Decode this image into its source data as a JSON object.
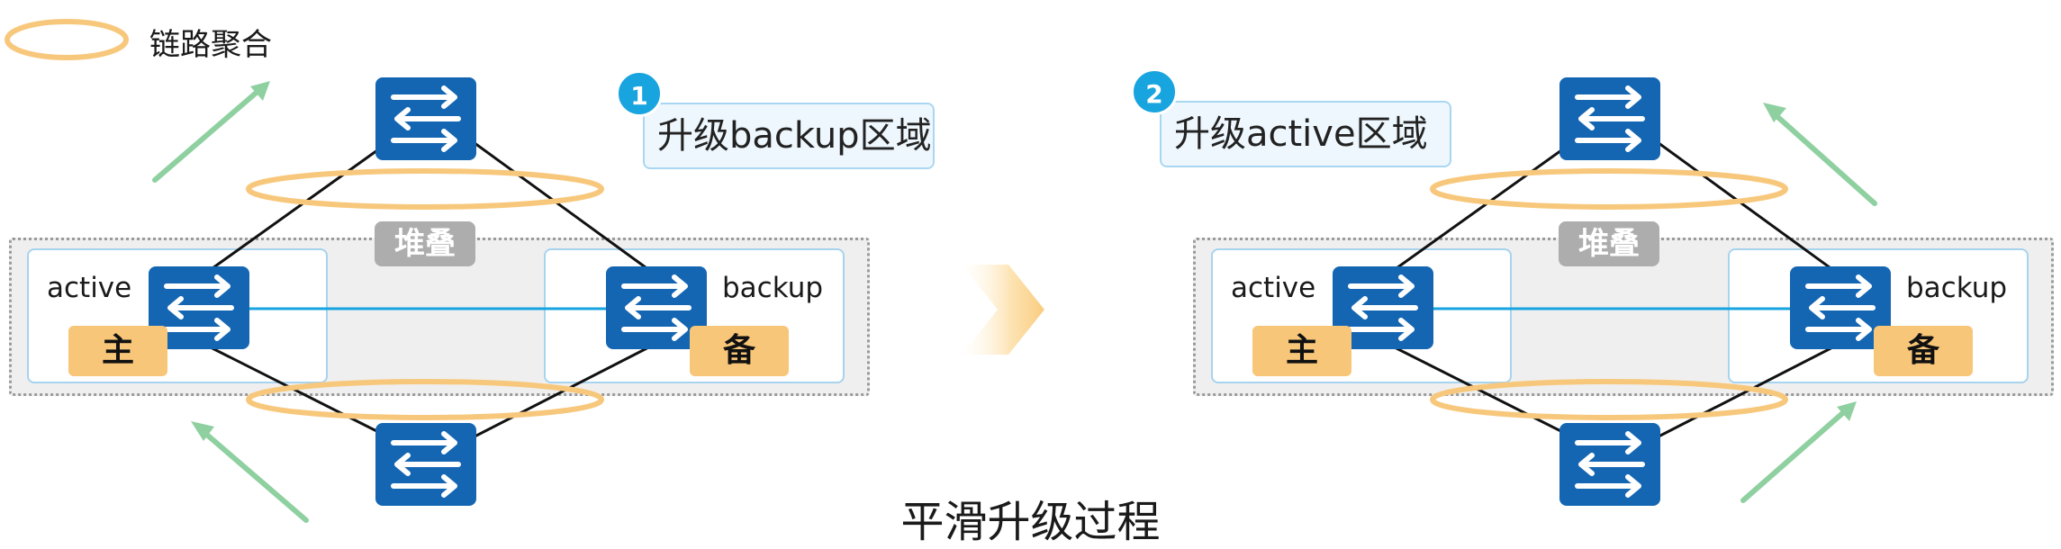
{
  "legend": {
    "label": "链路聚合",
    "icon": "link-aggregation-ring-icon"
  },
  "colors": {
    "switch": "#1466b3",
    "stack_link": "#17a3e0",
    "aggregation_ring": "#f7c87c",
    "arrow": "#8fd0a0",
    "badge": "#f8c678",
    "step_dot": "#18a4de"
  },
  "panels": [
    {
      "step": "1",
      "callout": "升级backup区域",
      "stack_label": "堆叠",
      "left_member": {
        "label": "active",
        "badge": "主"
      },
      "right_member": {
        "label": "backup",
        "badge": "备"
      }
    },
    {
      "step": "2",
      "callout": "升级active区域",
      "stack_label": "堆叠",
      "left_member": {
        "label": "active",
        "badge": "主"
      },
      "right_member": {
        "label": "backup",
        "badge": "备"
      }
    }
  ],
  "caption": "平滑升级过程"
}
